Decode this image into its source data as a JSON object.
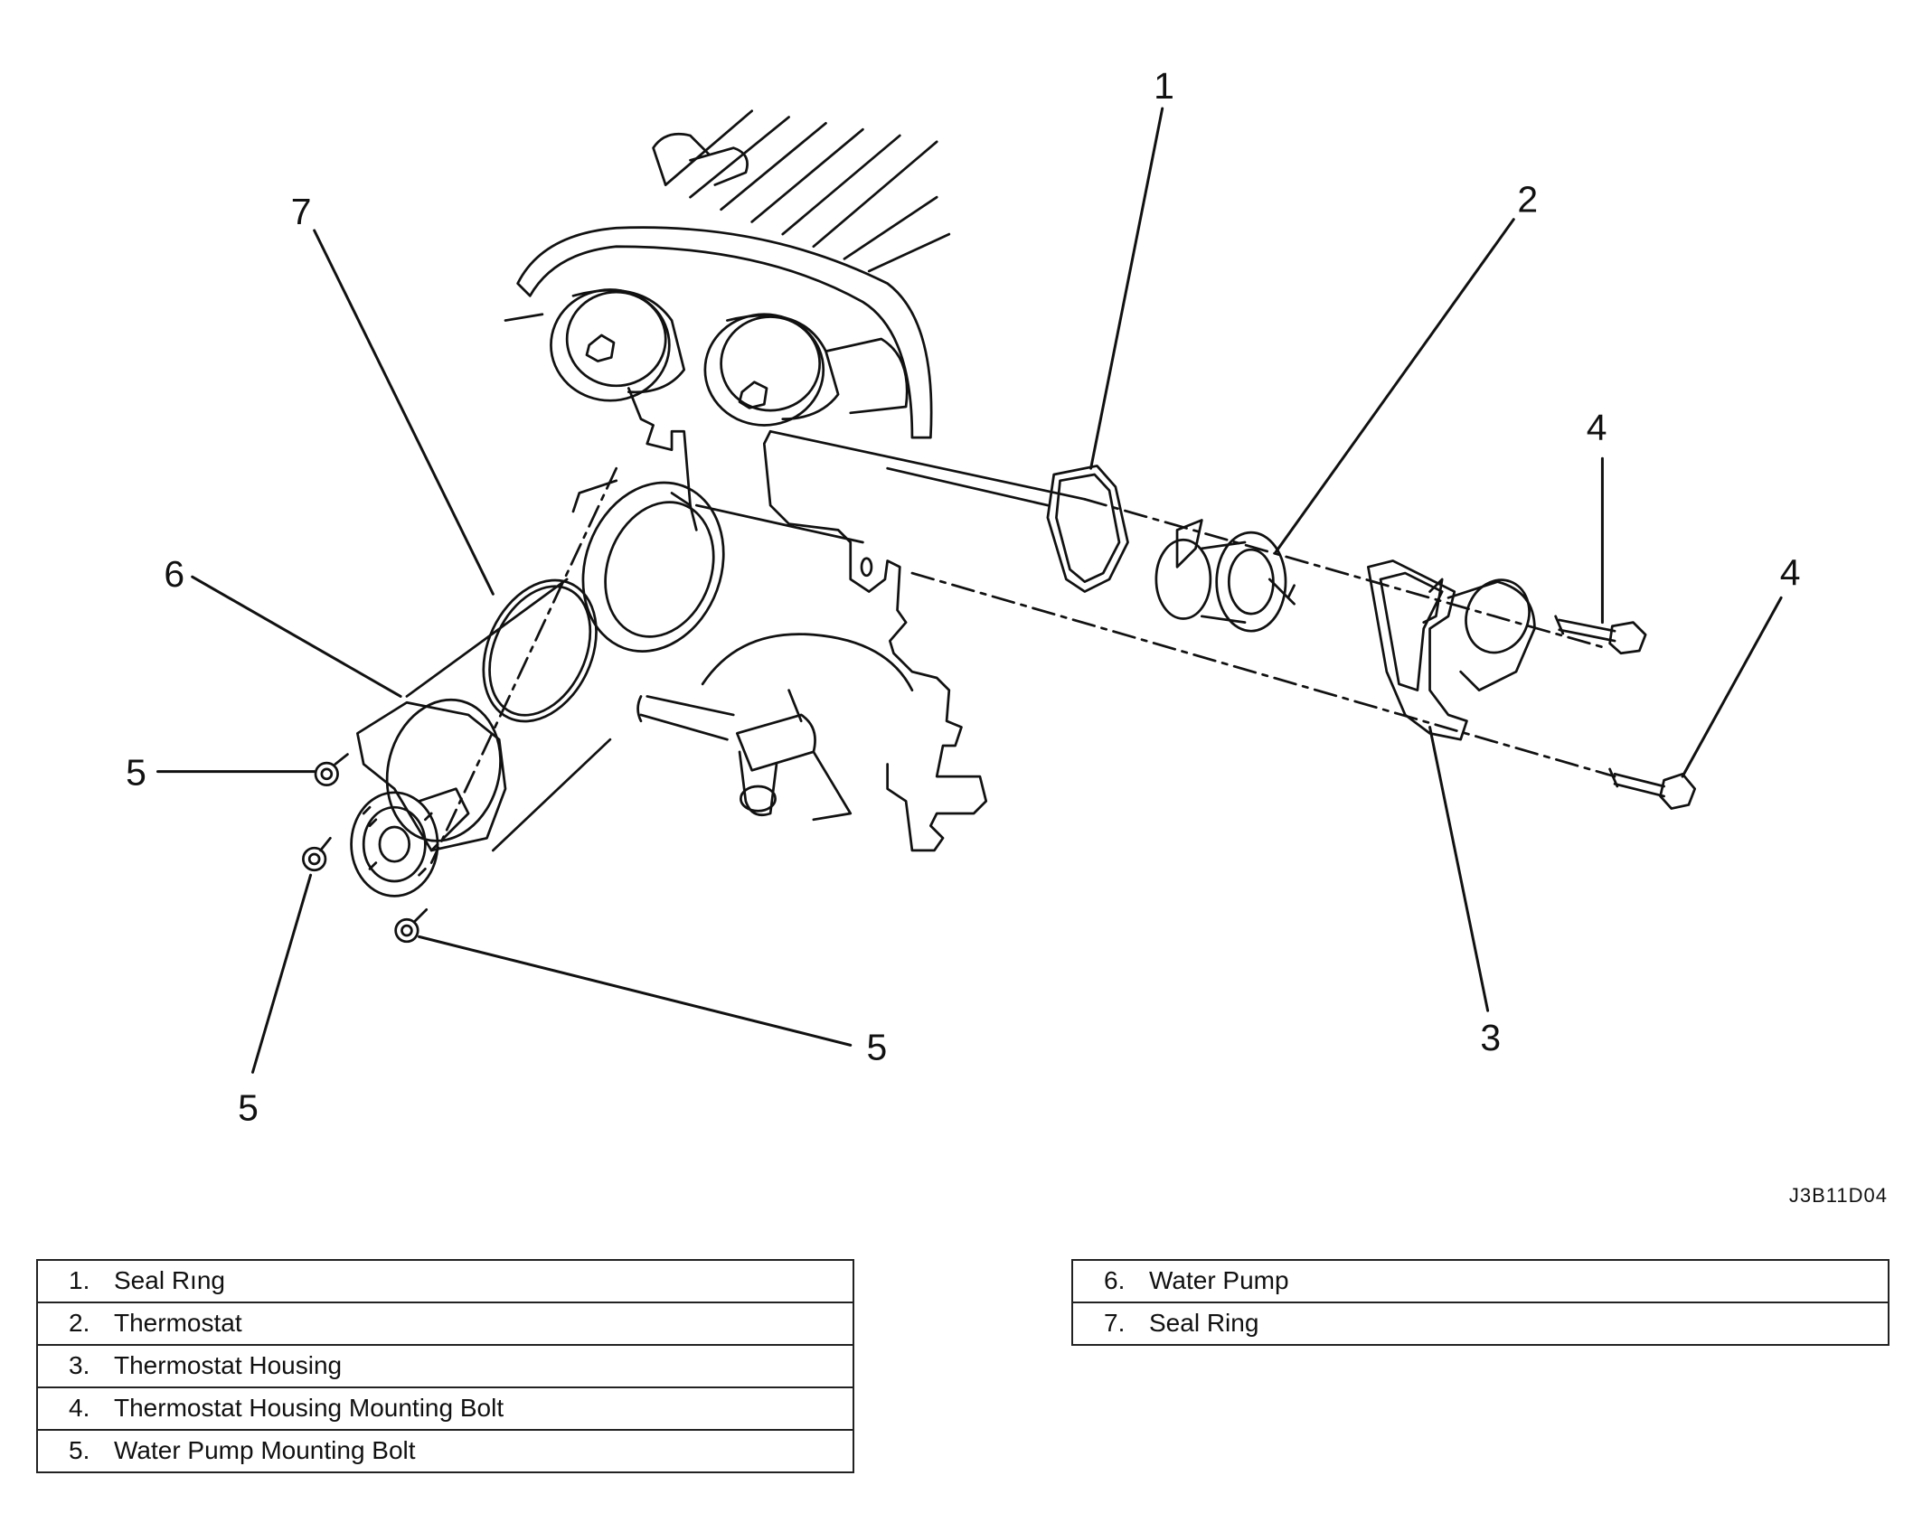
{
  "diagram": {
    "callouts": [
      {
        "id": "c1",
        "label": "1"
      },
      {
        "id": "c2",
        "label": "2"
      },
      {
        "id": "c3",
        "label": "3"
      },
      {
        "id": "c4a",
        "label": "4"
      },
      {
        "id": "c4b",
        "label": "4"
      },
      {
        "id": "c5a",
        "label": "5"
      },
      {
        "id": "c5b",
        "label": "5"
      },
      {
        "id": "c5c",
        "label": "5"
      },
      {
        "id": "c6",
        "label": "6"
      },
      {
        "id": "c7",
        "label": "7"
      }
    ],
    "figure_code": "J3B11D04"
  },
  "legend": {
    "left": [
      {
        "num": "1.",
        "text": "Seal Rıng"
      },
      {
        "num": "2.",
        "text": "Thermostat"
      },
      {
        "num": "3.",
        "text": "Thermostat Housing"
      },
      {
        "num": "4.",
        "text": "Thermostat Housing Mounting Bolt"
      },
      {
        "num": "5.",
        "text": "Water Pump Mounting Bolt"
      }
    ],
    "right": [
      {
        "num": "6.",
        "text": "Water Pump"
      },
      {
        "num": "7.",
        "text": "Seal Ring"
      }
    ]
  }
}
